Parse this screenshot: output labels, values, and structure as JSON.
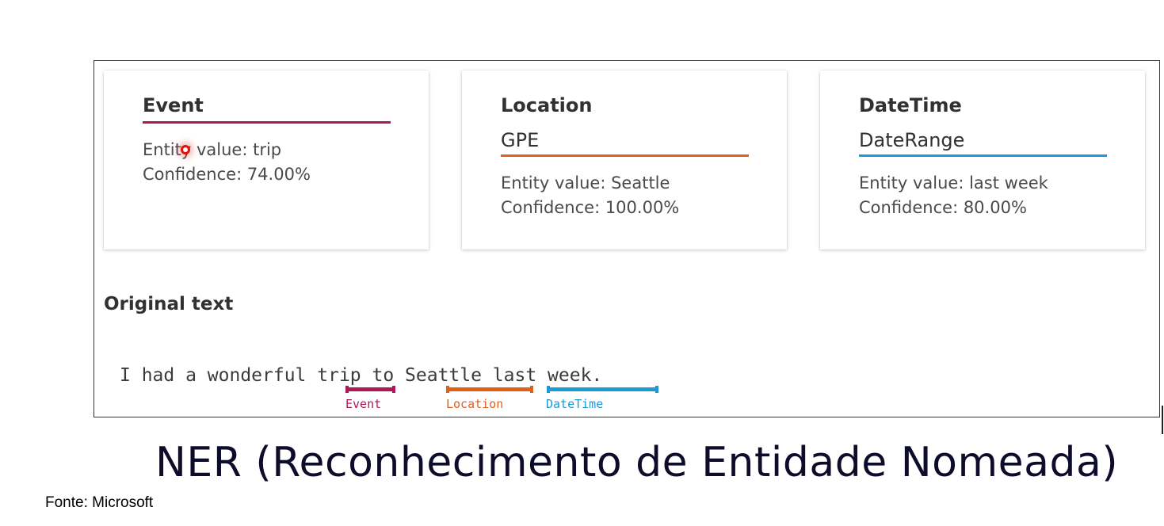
{
  "colors": {
    "event": "#b0175a",
    "location": "#e0611c",
    "datetime": "#1a9bd7",
    "cursor": "#e01010"
  },
  "cards": [
    {
      "title": "Event",
      "subtitle": "",
      "entity_value": "Entity value: trip",
      "confidence": "Confidence: 74.00%"
    },
    {
      "title": "Location",
      "subtitle": "GPE",
      "entity_value": "Entity value: Seattle",
      "confidence": "Confidence: 100.00%"
    },
    {
      "title": "DateTime",
      "subtitle": "DateRange",
      "entity_value": "Entity value: last week",
      "confidence": "Confidence: 80.00%"
    }
  ],
  "original": {
    "title": "Original text",
    "sentence": "I had a wonderful trip to Seattle last week.",
    "labels": {
      "event": "Event",
      "location": "Location",
      "datetime": "DateTime"
    }
  },
  "caption": "NER (Reconhecimento de Entidade Nomeada)",
  "source": "Fonte: Microsoft",
  "cursor_icon": "mouse-click-indicator-icon"
}
